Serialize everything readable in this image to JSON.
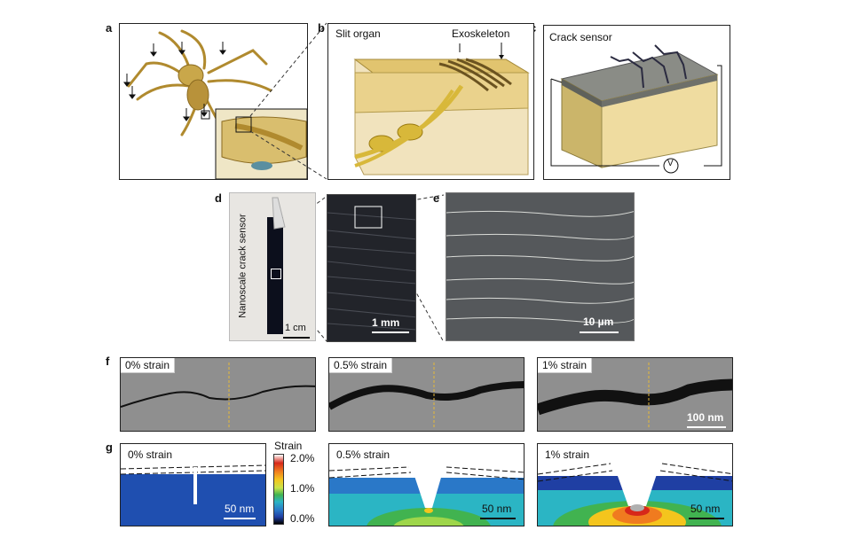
{
  "panel_labels": {
    "a": "a",
    "b": "b",
    "c": "c",
    "d": "d",
    "e": "e",
    "f": "f",
    "g": "g"
  },
  "panel_b": {
    "slit_organ": "Slit organ",
    "exoskeleton": "Exoskeleton"
  },
  "panel_c": {
    "title": "Crack sensor",
    "voltmeter": "V"
  },
  "panel_d": {
    "vertical_label": "Nanoscale crack sensor",
    "scale_left": "1 cm",
    "scale_right": "1 mm"
  },
  "panel_e": {
    "scale": "10 µm"
  },
  "panel_f": {
    "strain_0": "0% strain",
    "strain_05": "0.5% strain",
    "strain_1": "1% strain",
    "scale": "100 nm"
  },
  "panel_g": {
    "strain_0": "0% strain",
    "strain_05": "0.5% strain",
    "strain_1": "1% strain",
    "scale_1": "50 nm",
    "scale_2": "50 nm",
    "scale_3": "50 nm",
    "colorbar_title": "Strain",
    "colorbar_ticks": [
      "2.0%",
      "1.0%",
      "0.0%"
    ]
  },
  "colors": {
    "spider": "#c9a74a",
    "tissue": "#ecdcaa",
    "sensor_top": "#8a8c86",
    "colorbar": [
      "#ffffff",
      "#d7281a",
      "#f07b1f",
      "#f4c51d",
      "#c9e34a",
      "#41b350",
      "#2bb5c4",
      "#2a78c8",
      "#1f3fa3",
      "#000000"
    ]
  }
}
